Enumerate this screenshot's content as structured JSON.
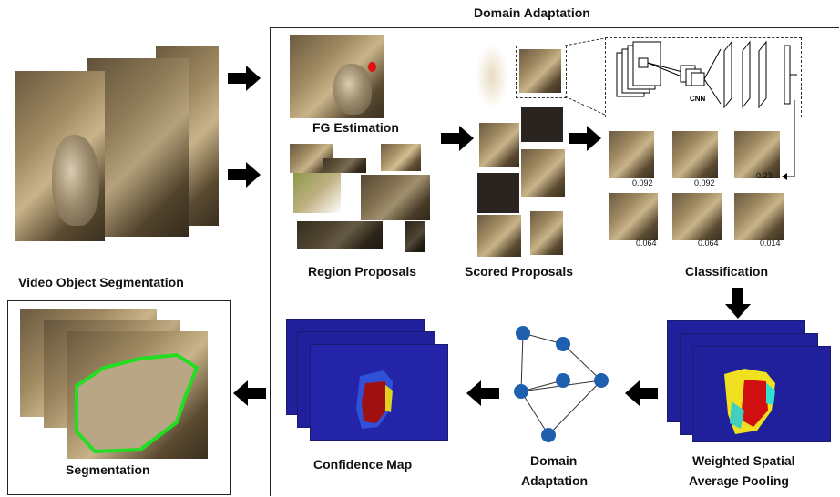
{
  "labels": {
    "domain_adaptation_title": "Domain Adaptation",
    "fg_estimation": "FG Estimation",
    "region_proposals": "Region Proposals",
    "scored_proposals": "Scored Proposals",
    "classification": "Classification",
    "cnn": "CNN",
    "video_object_segmentation": "Video Object Segmentation",
    "segmentation": "Segmentation",
    "confidence_map": "Confidence Map",
    "domain_adaptation_line1": "Domain",
    "domain_adaptation_line2": "Adaptation",
    "weighted_line1": "Weighted Spatial",
    "weighted_line2": "Average Pooling"
  },
  "scores": [
    "0.092",
    "0.092",
    "0.23",
    "0.064",
    "0.064",
    "0.014"
  ],
  "colors": {
    "arrow": "#000000",
    "graph_node": "#1f5fb0",
    "heatmap_bg": "#20209c",
    "segmentation_outline": "#22dd22",
    "fg_marker": "#e01010"
  }
}
